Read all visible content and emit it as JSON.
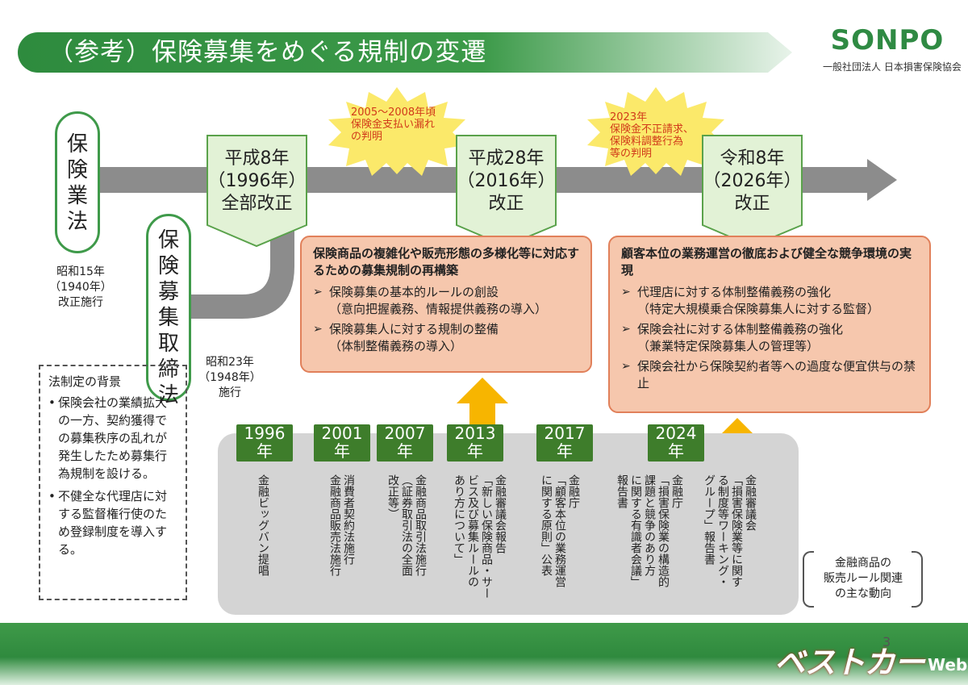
{
  "header": {
    "title": "（参考）保険募集をめぐる規制の変遷",
    "logo_word": "SONPO",
    "logo_sub": "一般社団法人 日本損害保険協会"
  },
  "laws": {
    "insurance_business_act": [
      "保",
      "険",
      "業",
      "法"
    ],
    "insurance_business_act_note": [
      "昭和15年",
      "（1940年）",
      "改正施行"
    ],
    "solicitation_control_act": [
      "保",
      "険",
      "募",
      "集",
      "取",
      "締",
      "法"
    ],
    "solicitation_control_act_note": [
      "昭和23年",
      "（1948年）",
      "施行"
    ]
  },
  "milestones": [
    {
      "lines": [
        "平成8年",
        "（1996年）",
        "全部改正"
      ]
    },
    {
      "lines": [
        "平成28年",
        "（2016年）",
        "改正"
      ]
    },
    {
      "lines": [
        "令和8年",
        "（2026年）",
        "改正"
      ]
    }
  ],
  "bursts": [
    {
      "lines": [
        "2005～2008年頃",
        "保険金支払い漏れ",
        "の判明"
      ]
    },
    {
      "lines": [
        "2023年",
        "保険金不正請求、",
        "保険料調整行為",
        "等の判明"
      ]
    }
  ],
  "reform_2016": {
    "heading": "保険商品の複雑化や販売形態の多様化等に対応するための募集規制の再構築",
    "items": [
      {
        "main": "保険募集の基本的ルールの創設",
        "sub": "（意向把握義務、情報提供義務の導入）"
      },
      {
        "main": "保険募集人に対する規制の整備",
        "sub": "（体制整備義務の導入）"
      }
    ]
  },
  "reform_2026": {
    "heading": "顧客本位の業務運営の徹底および健全な競争環境の実現",
    "items": [
      {
        "main": "代理店に対する体制整備義務の強化",
        "sub": "（特定大規模乗合保険募集人に対する監督）"
      },
      {
        "main": "保険会社に対する体制整備義務の強化",
        "sub": "（兼業特定保険募集人の管理等）"
      },
      {
        "main": "保険会社から保険契約者等への過度な便宜供与の禁止",
        "sub": ""
      }
    ]
  },
  "background": {
    "title": "法制定の背景",
    "bullets": [
      "保険会社の業績拡大の一方、契約獲得での募集秩序の乱れが発生したため募集行為規制を設ける。",
      "不健全な代理店に対する監督権行使のため登録制度を導入する。"
    ]
  },
  "timeline_events": [
    {
      "year": "1996",
      "unit": "年",
      "text": "金融ビッグバン提唱"
    },
    {
      "year": "2001",
      "unit": "年",
      "text": "消費者契約法施行\n金融商品販売法施行"
    },
    {
      "year": "2007",
      "unit": "年",
      "text": "金融商品取引法施行\n（証券取引法の全面\n改正等）"
    },
    {
      "year": "2013",
      "unit": "年",
      "text": "金融審議会報告\n「新しい保険商品・サー\nビス及び募集ルールの\nあり方について」"
    },
    {
      "year": "2017",
      "unit": "年",
      "text": "金融庁\n「顧客本位の業務運営\nに関する原則」公表"
    },
    {
      "year": "2024",
      "unit": "年",
      "text": "金融庁\n「損害保険業の構造的\n課題と競争のあり方\nに関する有識者会議」\n報告書"
    },
    {
      "year": "",
      "unit": "",
      "text": "金融審議会\n「損害保険業等に関す\nる制度等ワーキング・\nグループ」報告書"
    }
  ],
  "legend": {
    "lines": [
      "金融商品の",
      "販売ルール関連",
      "の主な動向"
    ]
  },
  "footer": {
    "page_number": "3",
    "watermark": "ベストカー",
    "watermark_suffix": "Web"
  },
  "colors": {
    "title_green": "#2e8b3e",
    "arrow_gray": "#8c8c8c",
    "milestone_fill": "#e2f2d6",
    "milestone_border": "#5aa24b",
    "box_fill": "#f6c7ad",
    "box_border": "#e1805a",
    "year_green": "#3e7d2b",
    "up_arrow": "#f7b500",
    "burst_fill": "#fbe96a"
  }
}
